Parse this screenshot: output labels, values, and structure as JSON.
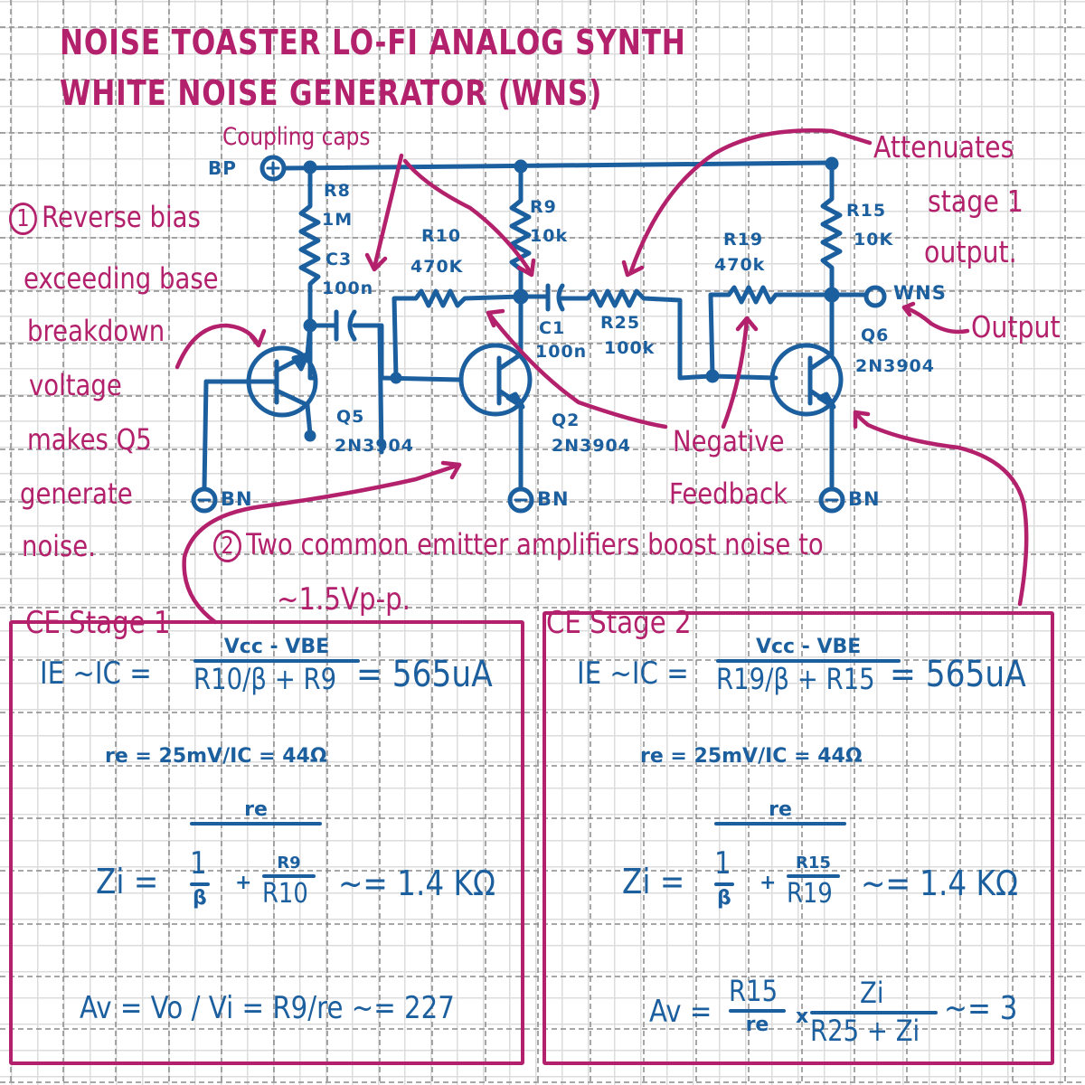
{
  "title": {
    "line1": "NOISE TOASTER LO-FI ANALOG SYNTH",
    "line2": "WHITE NOISE GENERATOR (WNS)"
  },
  "colors": {
    "annotation": "#b3206b",
    "schematic": "#1c5f9e",
    "grid_light": "#dcdcdc",
    "grid_dashed": "#8a8a8a"
  },
  "schematic": {
    "supply_positive": {
      "label": "BP",
      "symbol": "+"
    },
    "supply_negative": {
      "label": "BN",
      "symbol": "-"
    },
    "output": {
      "label": "WNS"
    },
    "components": {
      "R8": {
        "ref": "R8",
        "value": "1M"
      },
      "C3": {
        "ref": "C3",
        "value": "100n"
      },
      "R9": {
        "ref": "R9",
        "value": "10k"
      },
      "R10": {
        "ref": "R10",
        "value": "470K"
      },
      "C1": {
        "ref": "C1",
        "value": "100n"
      },
      "R25": {
        "ref": "R25",
        "value": "100k"
      },
      "R19": {
        "ref": "R19",
        "value": "470k"
      },
      "R15": {
        "ref": "R15",
        "value": "10K"
      },
      "Q5": {
        "ref": "Q5",
        "value": "2N3904"
      },
      "Q2": {
        "ref": "Q2",
        "value": "2N3904"
      },
      "Q6": {
        "ref": "Q6",
        "value": "2N3904"
      }
    }
  },
  "annotations": {
    "coupling_caps": "Coupling caps",
    "attenuates": [
      "Attenuates",
      "stage 1",
      "output."
    ],
    "output": "Output",
    "negative_feedback": [
      "Negative",
      "Feedback"
    ],
    "note1": {
      "number": "1",
      "lines": [
        "Reverse bias",
        "exceeding base",
        "breakdown",
        "voltage",
        "makes Q5",
        "generate",
        "noise."
      ]
    },
    "note2": {
      "number": "2",
      "lines": [
        "Two common emitter amplifiers boost noise to",
        "~1.5Vp-p."
      ]
    }
  },
  "stages": [
    {
      "title": "CE Stage 1",
      "ie_lhs": "IE ~IC =",
      "ie_num": "Vcc - VBE",
      "ie_den": "R10/β + R9",
      "ie_result": "= 565uA",
      "re_eq": "re = 25mV/IC = 44Ω",
      "zi_num": "re",
      "zi_lhs": "Zi =",
      "zi_t1_num": "1",
      "zi_t1_den": "β",
      "zi_plus": "+",
      "zi_t2_num": "R9",
      "zi_t2_den": "R10",
      "zi_result": "~= 1.4 KΩ",
      "av_eq": "Av = Vo / Vi = R9/re ~= 227"
    },
    {
      "title": "CE Stage 2",
      "ie_lhs": "IE ~IC =",
      "ie_num": "Vcc - VBE",
      "ie_den": "R19/β + R15",
      "ie_result": "= 565uA",
      "re_eq": "re = 25mV/IC = 44Ω",
      "zi_num": "re",
      "zi_lhs": "Zi =",
      "zi_t1_num": "1",
      "zi_t1_den": "β",
      "zi_plus": "+",
      "zi_t2_num": "R15",
      "zi_t2_den": "R19",
      "zi_result": "~= 1.4 KΩ",
      "av_lhs": "Av =",
      "av_f1_num": "R15",
      "av_f1_den": "re",
      "av_times": "x",
      "av_f2_num": "Zi",
      "av_f2_den": "R25 + Zi",
      "av_result": "~= 3"
    }
  ]
}
